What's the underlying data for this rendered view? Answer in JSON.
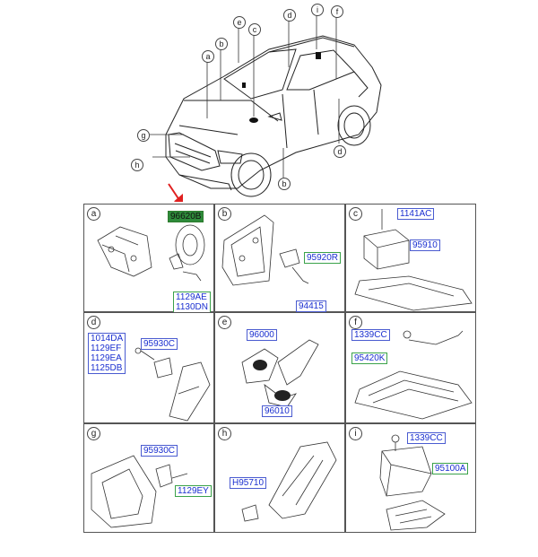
{
  "car_callouts": {
    "a": "a",
    "b1": "b",
    "b2": "b",
    "c": "c",
    "d1": "d",
    "d2": "d",
    "e": "e",
    "f": "f",
    "g": "g",
    "h": "h",
    "i": "i"
  },
  "highlight_arrow_color": "#e02020",
  "panels": {
    "a": {
      "label": "a",
      "parts": [
        "96620B",
        "1129AE",
        "1130DN"
      ]
    },
    "b": {
      "label": "b",
      "parts": [
        "95920R",
        "94415"
      ]
    },
    "c": {
      "label": "c",
      "parts": [
        "1141AC",
        "95910"
      ]
    },
    "d": {
      "label": "d",
      "parts": [
        "1014DA",
        "1129EF",
        "1129EA",
        "1125DB",
        "95930C"
      ]
    },
    "e": {
      "label": "e",
      "parts": [
        "96000",
        "96010"
      ]
    },
    "f": {
      "label": "f",
      "parts": [
        "1339CC",
        "95420K"
      ]
    },
    "g": {
      "label": "g",
      "parts": [
        "95930C",
        "1129EY"
      ]
    },
    "h": {
      "label": "h",
      "parts": [
        "H95710"
      ]
    },
    "i": {
      "label": "i",
      "parts": [
        "1339CC",
        "95100A"
      ]
    }
  }
}
